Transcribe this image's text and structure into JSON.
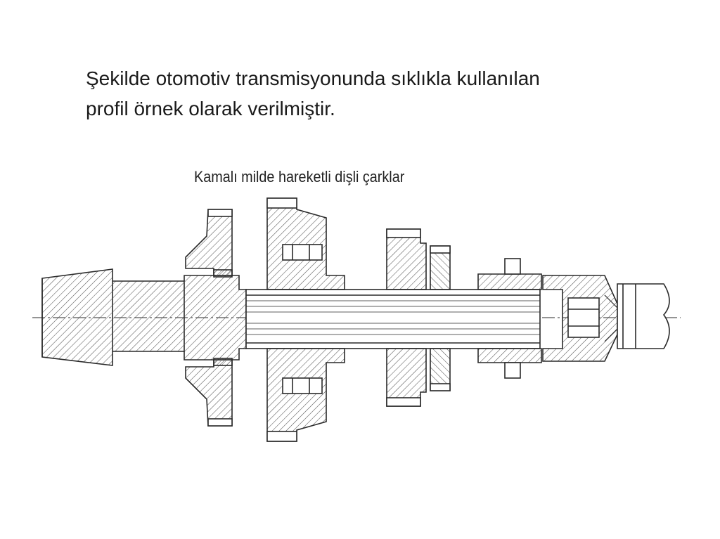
{
  "slide": {
    "title_lines": [
      "Şekilde otomotiv transmisyonunda sıklıkla kullanılan",
      "profil örnek olarak verilmiştir."
    ],
    "figure_caption": "Kamalı milde hareketli dişli çarklar"
  },
  "colors": {
    "ink": "#2a2a2a",
    "background": "#ffffff",
    "hatch": "#555555"
  }
}
